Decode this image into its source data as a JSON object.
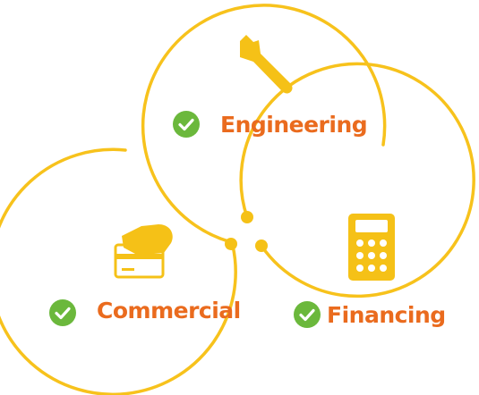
{
  "colors": {
    "circle_stroke": "#F7C21C",
    "icon_fill": "#F5C117",
    "label_text": "#EA6B1E",
    "check_fill": "#6BB83C",
    "check_mark": "#FFFFFF",
    "background": "#FFFFFF"
  },
  "sections": [
    {
      "id": "engineering",
      "label": "Engineering",
      "icon": "wrench-icon",
      "status_icon": "checkmark-icon"
    },
    {
      "id": "commercial",
      "label": "Commercial",
      "icon": "credit-card-hand-icon",
      "status_icon": "checkmark-icon"
    },
    {
      "id": "financing",
      "label": "Financing",
      "icon": "calculator-icon",
      "status_icon": "checkmark-icon"
    }
  ],
  "connector": "three-dot-junction"
}
